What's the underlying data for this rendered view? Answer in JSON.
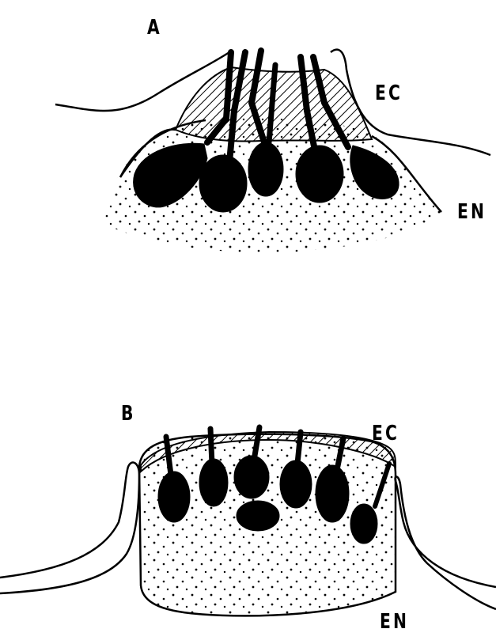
{
  "figure": {
    "panel_a": {
      "label": "A",
      "ec_label": "EC",
      "en_label": "EN"
    },
    "panel_b": {
      "label": "B",
      "ec_label": "EC",
      "en_label": "EN"
    }
  }
}
